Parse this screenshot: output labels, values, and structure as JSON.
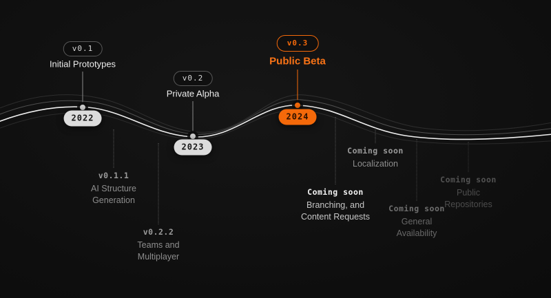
{
  "colors": {
    "background": "#0e0e0e",
    "accent_orange": "#f4690a",
    "year_badge_bg": "#dcdcdc",
    "curve": "#efefef",
    "muted_text": "#8d8d8d"
  },
  "milestones": [
    {
      "version": "v0.1",
      "title": "Initial Prototypes",
      "year": "2022",
      "highlight": false
    },
    {
      "version": "v0.2",
      "title": "Private Alpha",
      "year": "2023",
      "highlight": false
    },
    {
      "version": "v0.3",
      "title": "Public Beta",
      "year": "2024",
      "highlight": true
    }
  ],
  "upcoming": [
    {
      "tag": "v0.1.1",
      "lines": [
        "AI Structure",
        "Generation"
      ]
    },
    {
      "tag": "v0.2.2",
      "lines": [
        "Teams and",
        "Multiplayer"
      ]
    },
    {
      "tag": "Coming soon",
      "lines": [
        "Localization"
      ]
    },
    {
      "tag": "Coming soon",
      "lines": [
        "Branching, and",
        "Content Requests"
      ]
    },
    {
      "tag": "Coming soon",
      "lines": [
        "General",
        "Availability"
      ]
    },
    {
      "tag": "Coming soon",
      "lines": [
        "Public",
        "Repositories"
      ]
    }
  ]
}
